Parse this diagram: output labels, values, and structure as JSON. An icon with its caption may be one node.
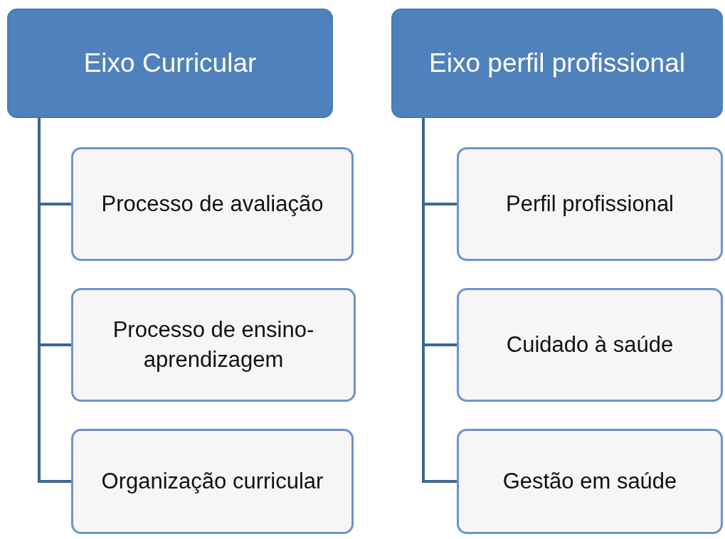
{
  "diagram": {
    "nodes": [
      {
        "text": [
          "Eixo Curricular"
        ]
      },
      {
        "text": [
          "Processo de avaliação"
        ]
      },
      {
        "text": [
          "Processo de ensino-aprendizagem"
        ]
      },
      {
        "text": [
          "Organização curricular"
        ]
      },
      {
        "text": [
          "Eixo perfil profissional"
        ]
      },
      {
        "text": [
          "Perfil profissional"
        ]
      },
      {
        "text": [
          "Cuidado à saúde"
        ]
      },
      {
        "text": [
          "Gestão em saúde"
        ]
      }
    ],
    "edges": [
      {
        "from": 0,
        "to": 1,
        "arrow": "none"
      },
      {
        "from": 0,
        "to": 2,
        "arrow": "none"
      },
      {
        "from": 0,
        "to": 3,
        "arrow": "none"
      },
      {
        "from": 4,
        "to": 5,
        "arrow": "none"
      },
      {
        "from": 4,
        "to": 6,
        "arrow": "none"
      },
      {
        "from": 4,
        "to": 7,
        "arrow": "none"
      }
    ]
  }
}
